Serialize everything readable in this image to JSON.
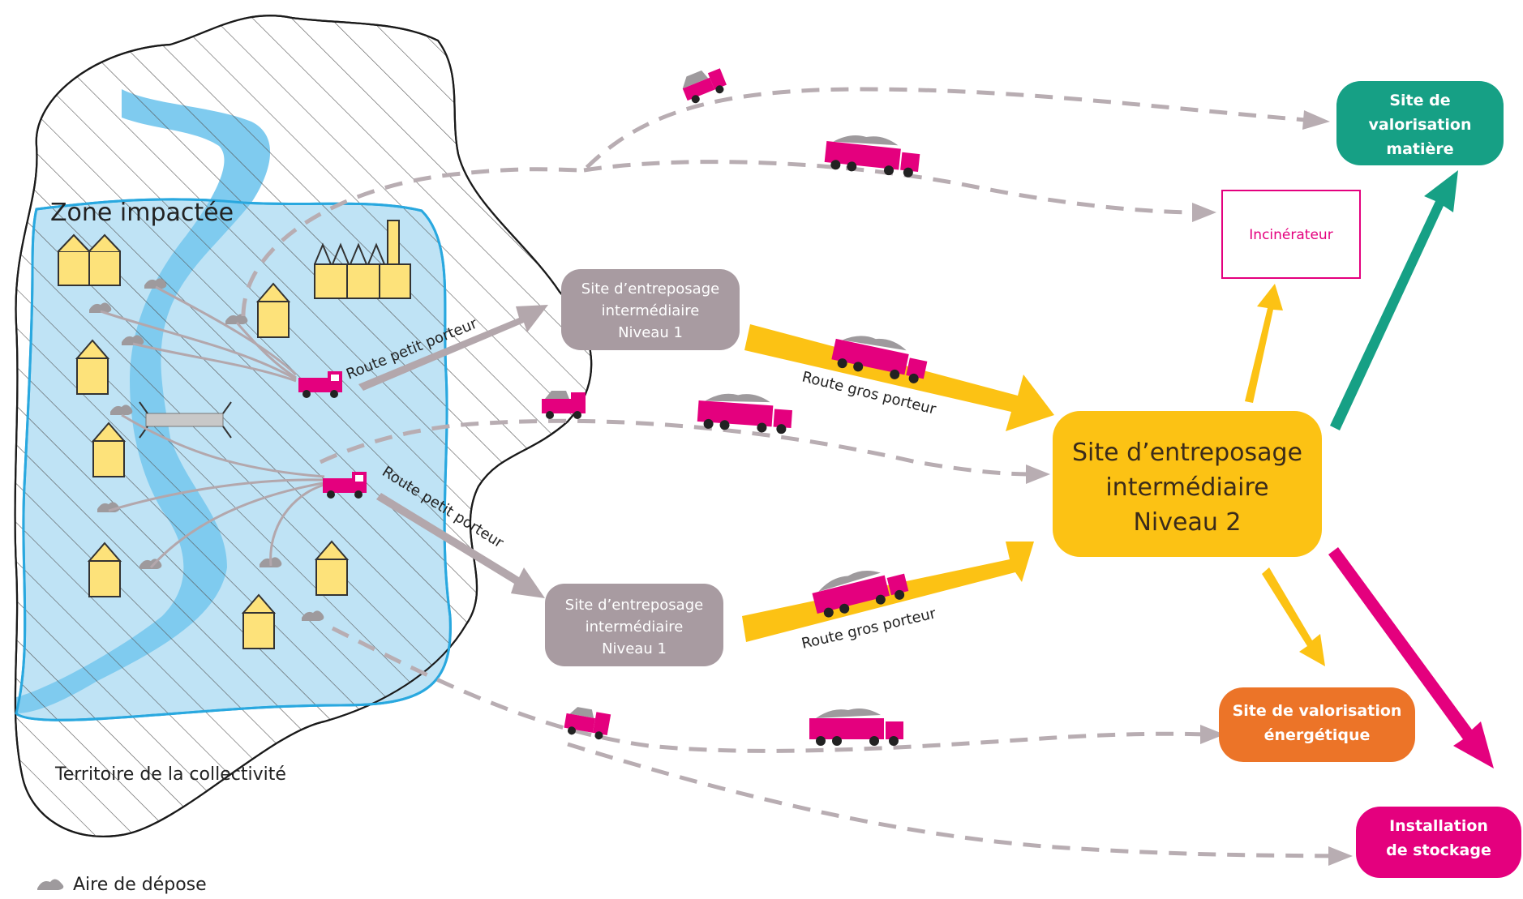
{
  "title": "",
  "colors": {
    "hatch_border": "#1a1a1a",
    "zone_fill": "#bfe3f5",
    "zone_border": "#29a8df",
    "river": "#7fcbef",
    "building_fill": "#fde27a",
    "truck": "#e4007e",
    "dump_grey": "#9e9a9d",
    "road_grey": "#b3a7ac",
    "dashed_grey": "#b8adb2",
    "level1_fill": "#a89ba1",
    "level2_fill": "#fcc214",
    "incinerator_border": "#e4007e",
    "valorisation_matiere_fill": "#16a085",
    "valorisation_energetique_fill": "#ec7428",
    "stockage_fill": "#e4007e",
    "arrow_orange": "#fcc214",
    "arrow_teal": "#16a085",
    "arrow_magenta": "#e4007e"
  },
  "labels": {
    "zone": "Zone impactée",
    "territoire": "Territoire de la collectivité",
    "route_petit_porteur_1": "Route petit porteur",
    "route_petit_porteur_2": "Route petit porteur",
    "route_gros_porteur_1": "Route gros porteur",
    "route_gros_porteur_2": "Route gros porteur"
  },
  "nodes": {
    "level1_top": [
      "Site d’entreposage",
      "intermédiaire",
      "Niveau 1"
    ],
    "level1_bottom": [
      "Site d’entreposage",
      "intermédiaire",
      "Niveau 1"
    ],
    "level2": [
      "Site d’entreposage",
      "intermédiaire",
      "Niveau 2"
    ],
    "incinerateur": "Incinérateur",
    "valorisation_matiere": [
      "Site de",
      "valorisation",
      "matière"
    ],
    "valorisation_energetique": [
      "Site de valorisation",
      "énergétique"
    ],
    "stockage": [
      "Installation",
      "de stockage"
    ]
  },
  "legend": {
    "icon": "dump-pile-icon",
    "label": "Aire de dépose"
  }
}
